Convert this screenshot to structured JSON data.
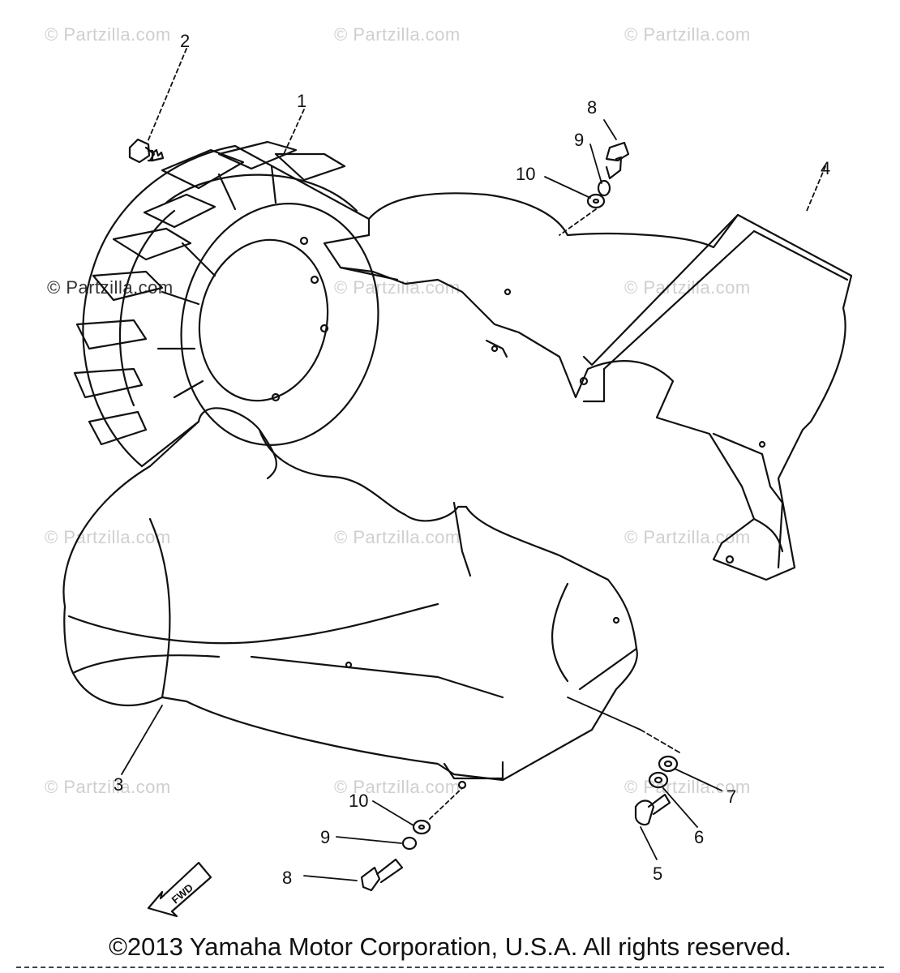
{
  "watermark": "© Partzilla.com",
  "callouts": [
    {
      "id": "c1",
      "text": "1"
    },
    {
      "id": "c2",
      "text": "2"
    },
    {
      "id": "c3",
      "text": "3"
    },
    {
      "id": "c4",
      "text": "4"
    },
    {
      "id": "c5",
      "text": "5"
    },
    {
      "id": "c6",
      "text": "6"
    },
    {
      "id": "c7",
      "text": "7"
    },
    {
      "id": "c8a",
      "text": "8"
    },
    {
      "id": "c8b",
      "text": "8"
    },
    {
      "id": "c9a",
      "text": "9"
    },
    {
      "id": "c9b",
      "text": "9"
    },
    {
      "id": "c10a",
      "text": "10"
    },
    {
      "id": "c10b",
      "text": "10"
    }
  ],
  "fwd_label": "FWD",
  "copyright": "©2013  Yamaha Motor Corporation, U.S.A. All rights reserved."
}
